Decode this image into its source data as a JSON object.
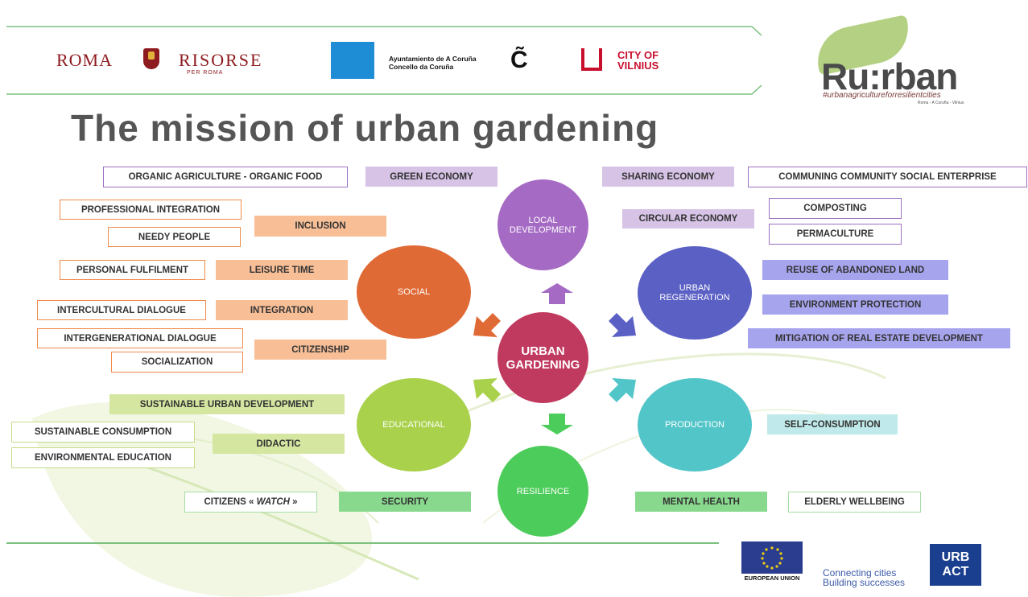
{
  "title": "The mission of urban gardening",
  "header": {
    "roma": "ROMA",
    "risorse": "RISORSE",
    "risorse_sub": "PER ROMA",
    "coruna_line1": "Ayuntamiento de A Coruña",
    "coruna_line2": "Concello da Coruña",
    "coruna_mark": "C̃",
    "vilnius_line1": "CITY OF",
    "vilnius_line2": "VILNIUS",
    "rurban_logo": "Ru:rban",
    "rurban_tagline": "#urbanagricultureforresilientcities",
    "rurban_cities": "Roma - A Coruña - Vilnius"
  },
  "center": {
    "line1": "URBAN",
    "line2": "GARDENING"
  },
  "nodes": {
    "local": {
      "line1": "LOCAL",
      "line2": "DEVELOPMENT"
    },
    "social": {
      "line1": "SOCIAL"
    },
    "urban": {
      "line1": "URBAN",
      "line2": "REGENERATION"
    },
    "educational": {
      "line1": "EDUCATIONAL"
    },
    "production": {
      "line1": "PRODUCTION"
    },
    "resilience": {
      "line1": "RESILIENCE"
    }
  },
  "labels": {
    "organic": "ORGANIC AGRICULTURE - ORGANIC FOOD",
    "green_economy": "GREEN ECONOMY",
    "sharing_economy": "SHARING ECONOMY",
    "communing": "COMMUNING  COMMUNITY SOCIAL ENTERPRISE",
    "circular_economy": "CIRCULAR ECONOMY",
    "composting": "COMPOSTING",
    "permaculture": "PERMACULTURE",
    "professional_integration": "PROFESSIONAL INTEGRATION",
    "inclusion": "INCLUSION",
    "needy_people": "NEEDY PEOPLE",
    "personal_fulfilment": "PERSONAL FULFILMENT",
    "leisure_time": "LEISURE TIME",
    "intercultural": "INTERCULTURAL DIALOGUE",
    "integration": "INTEGRATION",
    "intergenerational": "INTERGENERATIONAL DIALOGUE",
    "citizenship": "CITIZENSHIP",
    "socialization": "SOCIALIZATION",
    "reuse_land": "REUSE OF ABANDONED LAND",
    "environment_protection": "ENVIRONMENT PROTECTION",
    "mitigation": "MITIGATION OF REAL ESTATE DEVELOPMENT",
    "sustainable_urban": "SUSTAINABLE URBAN DEVELOPMENT",
    "sustainable_consumption": "SUSTAINABLE CONSUMPTION",
    "didactic": "DIDACTIC",
    "environmental_education": "ENVIRONMENTAL EDUCATION",
    "self_consumption": "SELF-CONSUMPTION",
    "citizens_watch_pre": "CITIZENS « ",
    "citizens_watch_em": "WATCH",
    "citizens_watch_post": " »",
    "security": "SECURITY",
    "mental_health": "MENTAL HEALTH",
    "elderly_wellbeing": "ELDERLY WELLBEING"
  },
  "footer": {
    "eu_label": "EUROPEAN UNION",
    "connecting_line1": "Connecting cities",
    "connecting_line2": "Building successes",
    "urbact_line1": "URB",
    "urbact_line2": "ACT"
  },
  "colors": {
    "center": "#c0395f",
    "local": "#a56bc4",
    "social": "#e06a36",
    "urban": "#5b60c4",
    "educational": "#a9d14b",
    "production": "#52c5c9",
    "resilience": "#4ccc5a"
  }
}
